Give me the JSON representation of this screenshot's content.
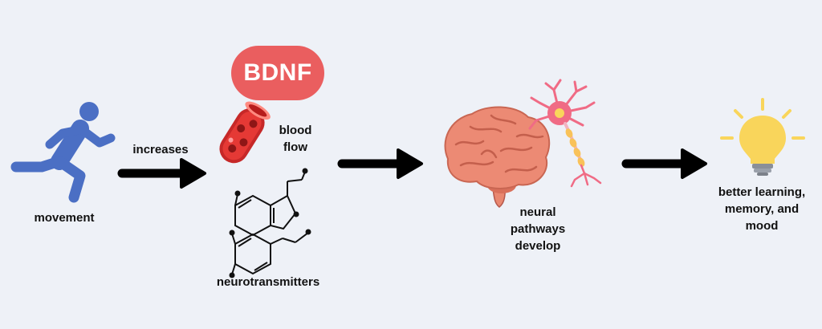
{
  "labels": {
    "movement": "movement",
    "increases": "increases",
    "bdnf": "BDNF",
    "blood_flow_1": "blood",
    "blood_flow_2": "flow",
    "neurotransmitters": "neurotransmitters",
    "neural_1": "neural",
    "neural_2": "pathways",
    "neural_3": "develop",
    "outcome_1": "better learning,",
    "outcome_2": "memory, and",
    "outcome_3": "mood"
  },
  "icons": {
    "runner": "running-person-icon",
    "blood_vessel": "blood-vessel-icon",
    "molecule_1": "serotonin-molecule-icon",
    "molecule_2": "dopamine-molecule-icon",
    "brain": "brain-icon",
    "neuron": "neuron-icon",
    "lightbulb": "lightbulb-icon"
  },
  "colors": {
    "background": "#eef1f7",
    "runner": "#4b6fc4",
    "bdnf_badge": "#ea5e5f",
    "brain": "#e98770",
    "neuron": "#f06b85",
    "bulb": "#f9d55b",
    "arrow": "#000000"
  }
}
